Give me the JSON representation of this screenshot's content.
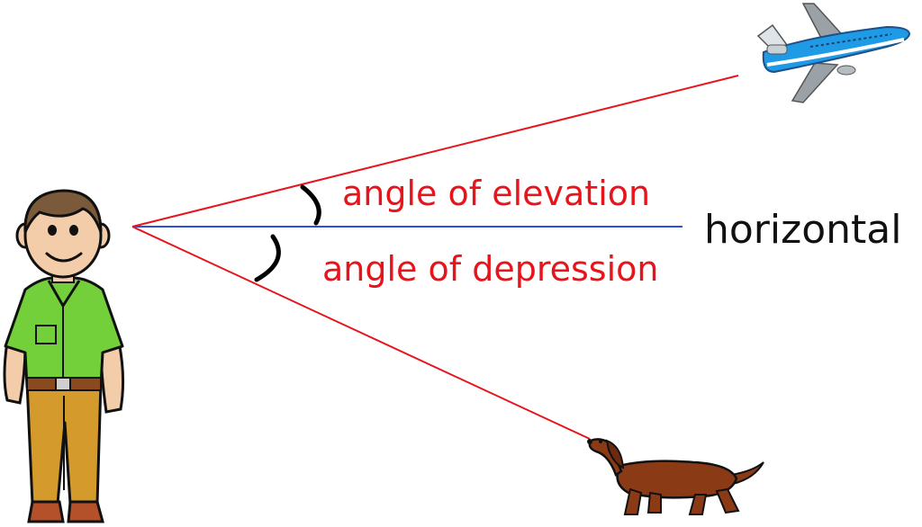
{
  "labels": {
    "angle_of_elevation": "angle of elevation",
    "angle_of_depression": "angle of depression",
    "horizontal": "horizontal"
  },
  "colors": {
    "sight_line": "#e8141b",
    "horizontal_line": "#2a52d6",
    "label_text": "#e8141b",
    "horizontal_text": "#111111",
    "angle_arc": "#000000"
  },
  "icons": {
    "observer": "man-icon",
    "airplane": "airplane-icon",
    "dog": "dog-icon"
  }
}
